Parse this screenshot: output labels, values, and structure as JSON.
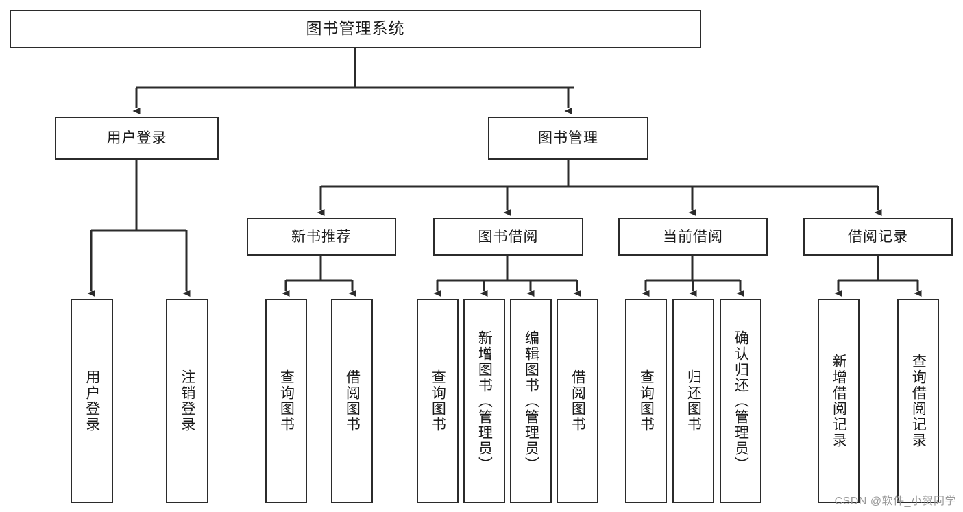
{
  "diagram": {
    "type": "tree-hierarchy",
    "title": "图书管理系统",
    "root": {
      "label": "图书管理系统"
    },
    "level2": [
      {
        "label": "用户登录"
      },
      {
        "label": "图书管理"
      }
    ],
    "level3": [
      {
        "label": "新书推荐"
      },
      {
        "label": "图书借阅"
      },
      {
        "label": "当前借阅"
      },
      {
        "label": "借阅记录"
      }
    ],
    "leaves": {
      "user_login": [
        {
          "label": "用户登录"
        },
        {
          "label": "注销登录"
        }
      ],
      "new_book_recommend": [
        {
          "label": "查询图书"
        },
        {
          "label": "借阅图书"
        }
      ],
      "book_borrow": [
        {
          "label": "查询图书"
        },
        {
          "label": "新增图书（管理员）"
        },
        {
          "label": "编辑图书（管理员）"
        },
        {
          "label": "借阅图书"
        }
      ],
      "current_borrow": [
        {
          "label": "查询图书"
        },
        {
          "label": "归还图书"
        },
        {
          "label": "确认归还（管理员）"
        }
      ],
      "borrow_records": [
        {
          "label": "新增借阅记录"
        },
        {
          "label": "查询借阅记录"
        }
      ]
    }
  },
  "watermark": {
    "text": "CSDN @软件_小贺同学"
  },
  "colors": {
    "stroke": "#2b2b2b",
    "fill": "#ffffff",
    "text": "#1a1a1a",
    "watermark": "#9a9a9a"
  }
}
